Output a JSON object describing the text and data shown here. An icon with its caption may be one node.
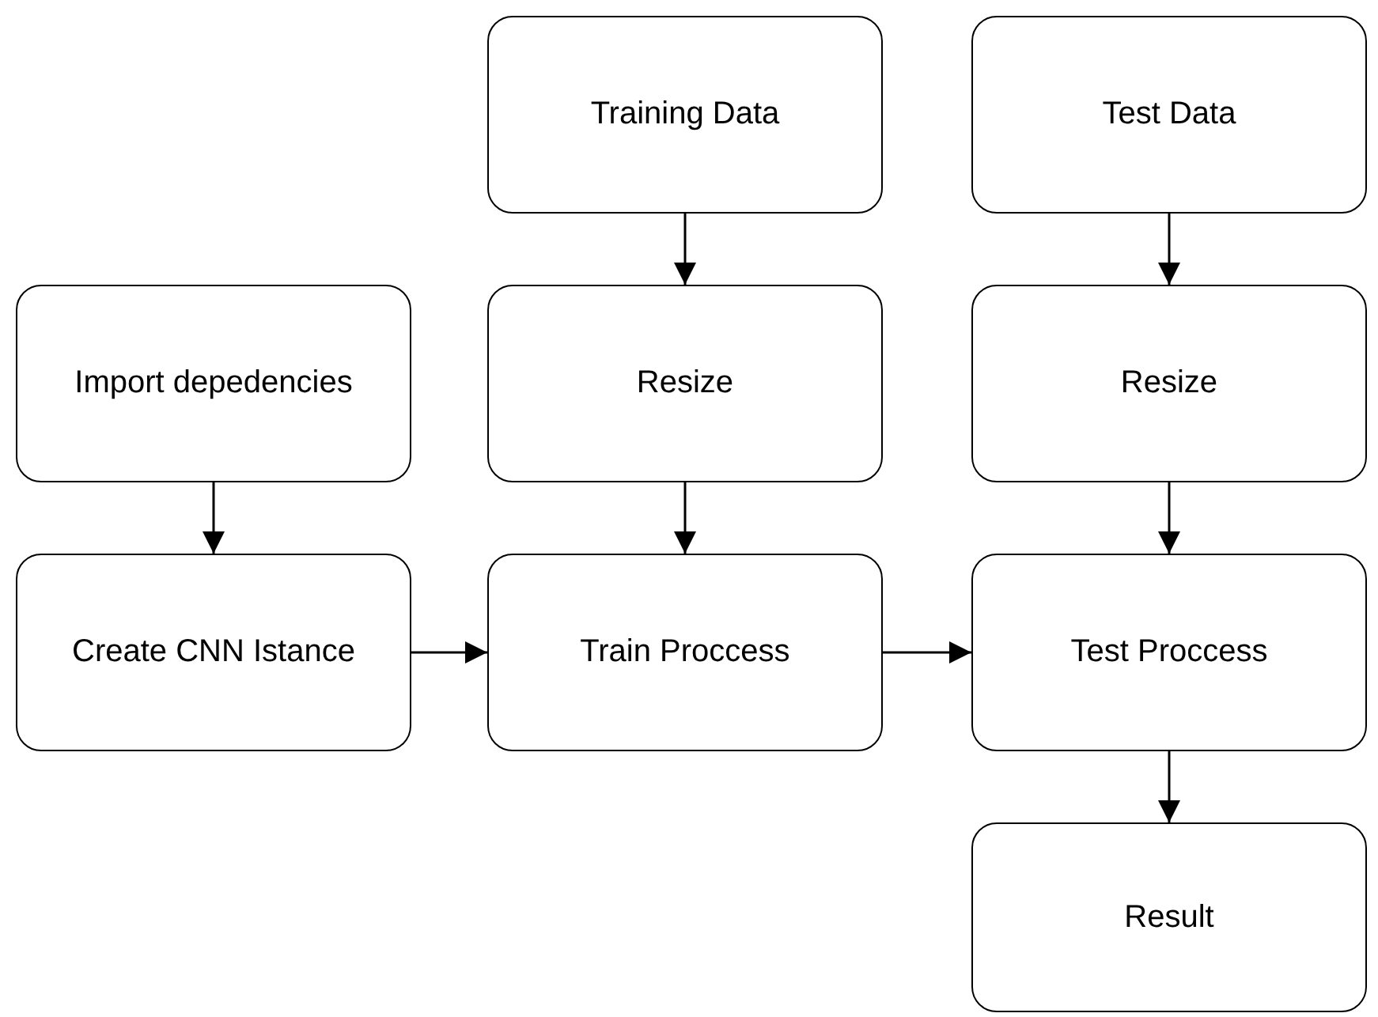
{
  "diagram": {
    "nodes": [
      {
        "text": [
          "Training Data"
        ]
      },
      {
        "text": [
          "Test Data"
        ]
      },
      {
        "text": [
          "Import depedencies"
        ]
      },
      {
        "text": [
          "Resize"
        ]
      },
      {
        "text": [
          "Resize"
        ]
      },
      {
        "text": [
          "Create CNN Istance"
        ]
      },
      {
        "text": [
          "Train Proccess"
        ]
      },
      {
        "text": [
          "Test Proccess"
        ]
      },
      {
        "text": [
          "Result"
        ]
      }
    ],
    "edges": [
      {
        "from": 0,
        "to": 3,
        "arrow": "to"
      },
      {
        "from": 1,
        "to": 4,
        "arrow": "to"
      },
      {
        "from": 2,
        "to": 5,
        "arrow": "to"
      },
      {
        "from": 3,
        "to": 6,
        "arrow": "to"
      },
      {
        "from": 4,
        "to": 7,
        "arrow": "to"
      },
      {
        "from": 5,
        "to": 6,
        "arrow": "to"
      },
      {
        "from": 6,
        "to": 7,
        "arrow": "to"
      },
      {
        "from": 7,
        "to": 8,
        "arrow": "to"
      }
    ]
  }
}
